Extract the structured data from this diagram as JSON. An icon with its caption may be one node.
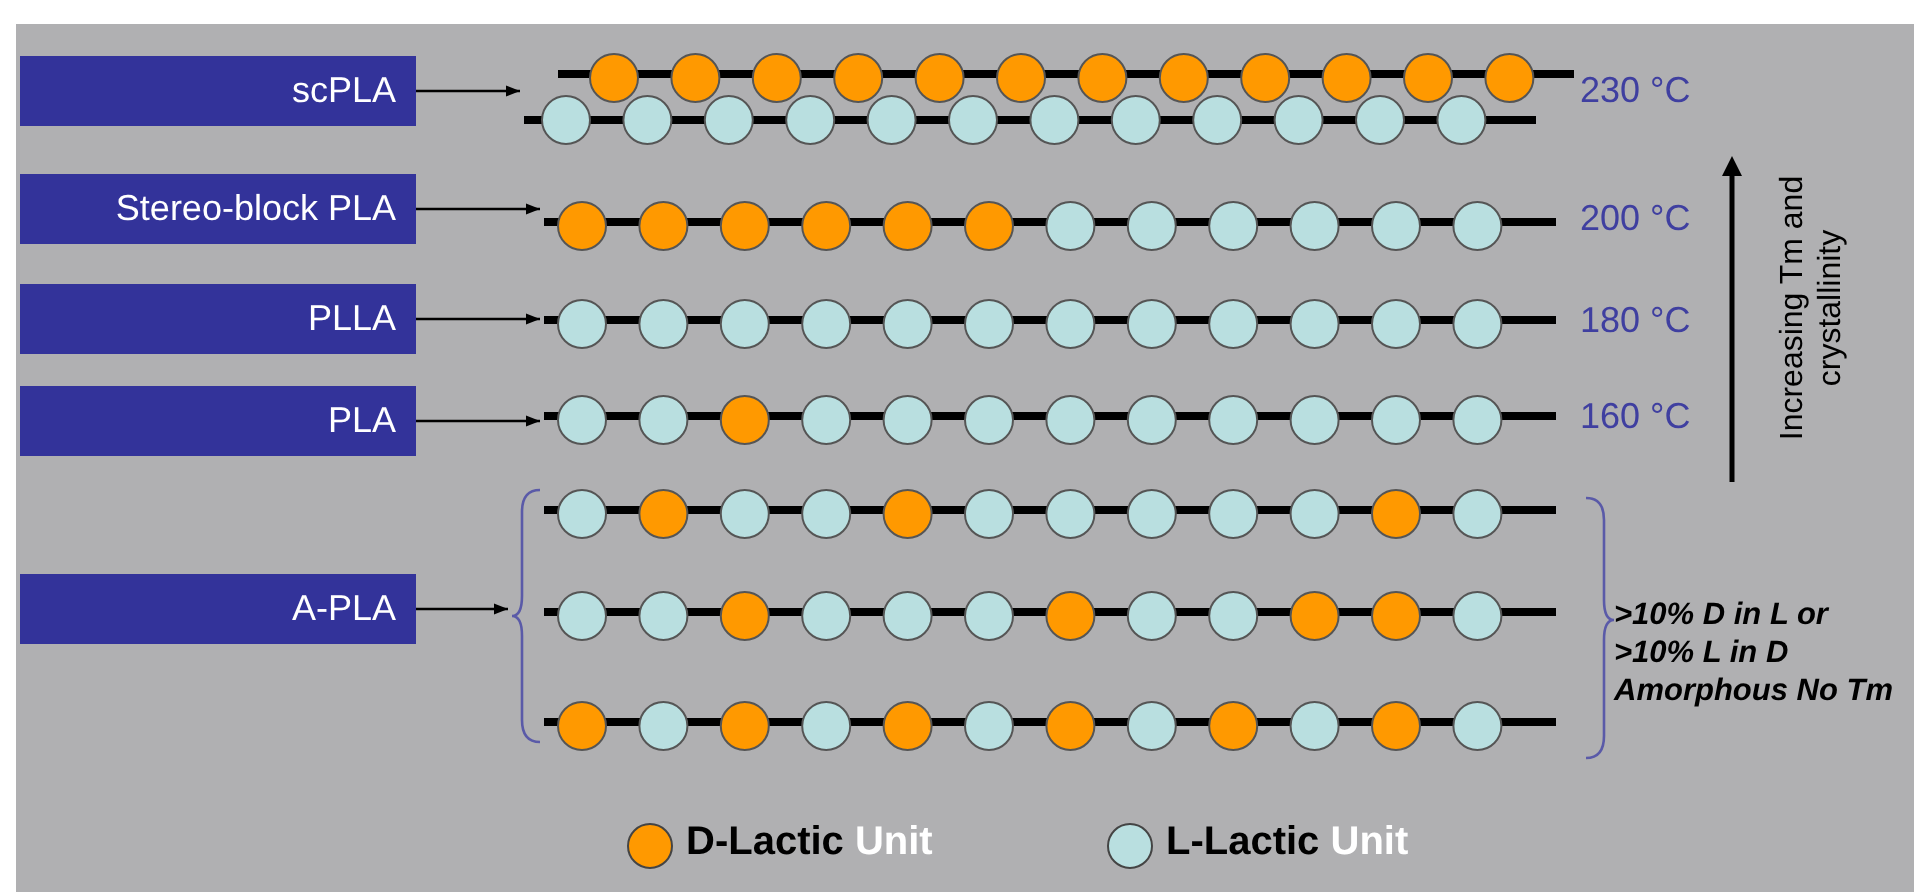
{
  "diagram": {
    "nodes": [
      {
        "text": [
          "scPLA"
        ]
      },
      {
        "text": [
          "Stereo-block PLA"
        ]
      },
      {
        "text": [
          "PLLA"
        ]
      },
      {
        "text": [
          "PLA"
        ]
      },
      {
        "text": [
          "A-PLA"
        ]
      },
      {
        "text": [],
        "shape": "bar"
      },
      {
        "text": [],
        "shape": "bar"
      },
      {
        "text": [],
        "shape": "bar"
      },
      {
        "text": [],
        "shape": "bar"
      },
      {
        "text": [],
        "shape": "bracket"
      },
      {
        "text": [],
        "shape": "bar"
      },
      {
        "text": [],
        "shape": "bar"
      },
      {
        "text": [],
        "shape": "bar"
      }
    ],
    "edges": [
      {
        "from": 0,
        "to": 5,
        "arrow": "to"
      },
      {
        "from": 1,
        "to": 6,
        "arrow": "to"
      },
      {
        "from": 2,
        "to": 7,
        "arrow": "to"
      },
      {
        "from": 3,
        "to": 8,
        "arrow": "to"
      },
      {
        "from": 4,
        "to": 9,
        "arrow": "to"
      }
    ],
    "labels": [
      "230 °C",
      "200 °C",
      "180 °C",
      "160 °C",
      "Increasing Tm and crystallinity",
      ">10% D in L or >10% L in D Amorphous No Tm"
    ],
    "legend": [
      {
        "text": "D-Lactic Unit",
        "color": "#ff9900"
      },
      {
        "text": "L-Lactic Unit",
        "color": "#b9dfe0"
      }
    ]
  }
}
